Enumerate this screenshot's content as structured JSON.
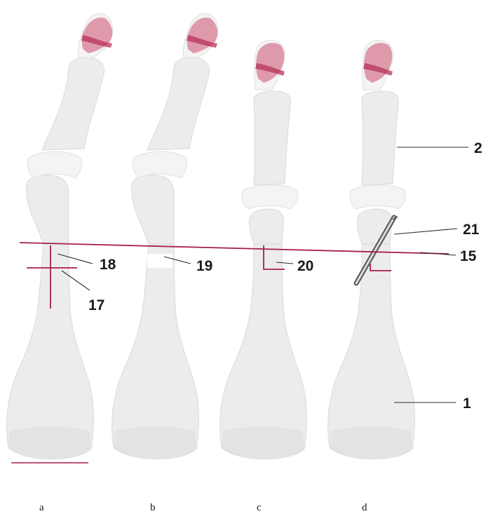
{
  "colors": {
    "cut_line": "#a61e4d",
    "joint_pink": "#d98a9e",
    "joint_band": "#b8325a",
    "bone_fill": "#ececec",
    "screw": "#555555"
  },
  "panels": [
    {
      "id": "a",
      "label": "a"
    },
    {
      "id": "b",
      "label": "b"
    },
    {
      "id": "c",
      "label": "c"
    },
    {
      "id": "d",
      "label": "d"
    }
  ],
  "callouts": {
    "c1": "1",
    "c2": "2",
    "c15": "15",
    "c17": "17",
    "c18": "18",
    "c19": "19",
    "c20": "20",
    "c21": "21"
  }
}
